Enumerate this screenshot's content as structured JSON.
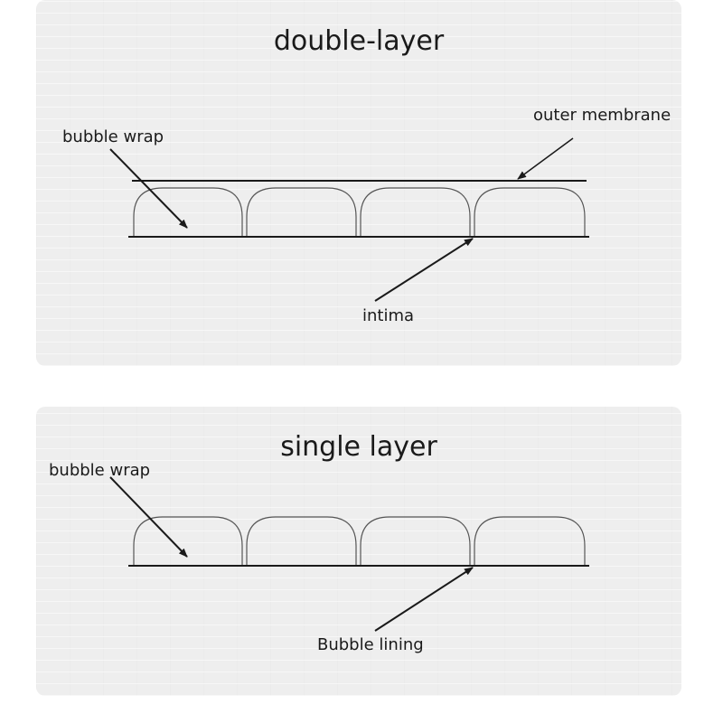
{
  "colors": {
    "panel_bg": "#eeeeee",
    "line": "#1a1a1a",
    "bubble_outline": "#555555"
  },
  "double_layer": {
    "title": "double-layer",
    "labels": {
      "bubble_wrap": "bubble wrap",
      "outer_membrane": "outer membrane",
      "intima": "intima"
    },
    "bubble_count": 4
  },
  "single_layer": {
    "title": "single layer",
    "labels": {
      "bubble_wrap": "bubble wrap",
      "bubble_lining": "Bubble lining"
    },
    "bubble_count": 4
  }
}
